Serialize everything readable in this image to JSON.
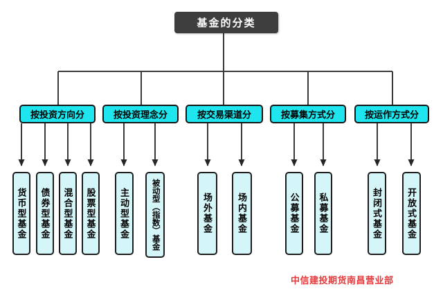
{
  "title": "基金的分类",
  "footer": {
    "label": "中信建投期货南昌营业部"
  },
  "colors": {
    "root_bg": "#3e3e3e",
    "root_text": "#ffffff",
    "category_bg": "#1fe6ee",
    "leaf_bg": "#d5f6f8",
    "border": "#141414",
    "line": "#3a3a3a",
    "footer_text": "#e6393b"
  },
  "tree": {
    "categories": [
      {
        "label": "按投资方向分",
        "children": [
          "货币型基金",
          "债券型基金",
          "混合型基金",
          "股票型基金"
        ]
      },
      {
        "label": "按投资理念分",
        "children": [
          "主动型基金",
          "被动型（指数）基金"
        ]
      },
      {
        "label": "按交易渠道分",
        "children": [
          "场外基金",
          "场内基金"
        ]
      },
      {
        "label": "按募集方式分",
        "children": [
          "公募基金",
          "私募基金"
        ]
      },
      {
        "label": "按运作方式分",
        "children": [
          "封闭式基金",
          "开放式基金"
        ]
      }
    ]
  }
}
